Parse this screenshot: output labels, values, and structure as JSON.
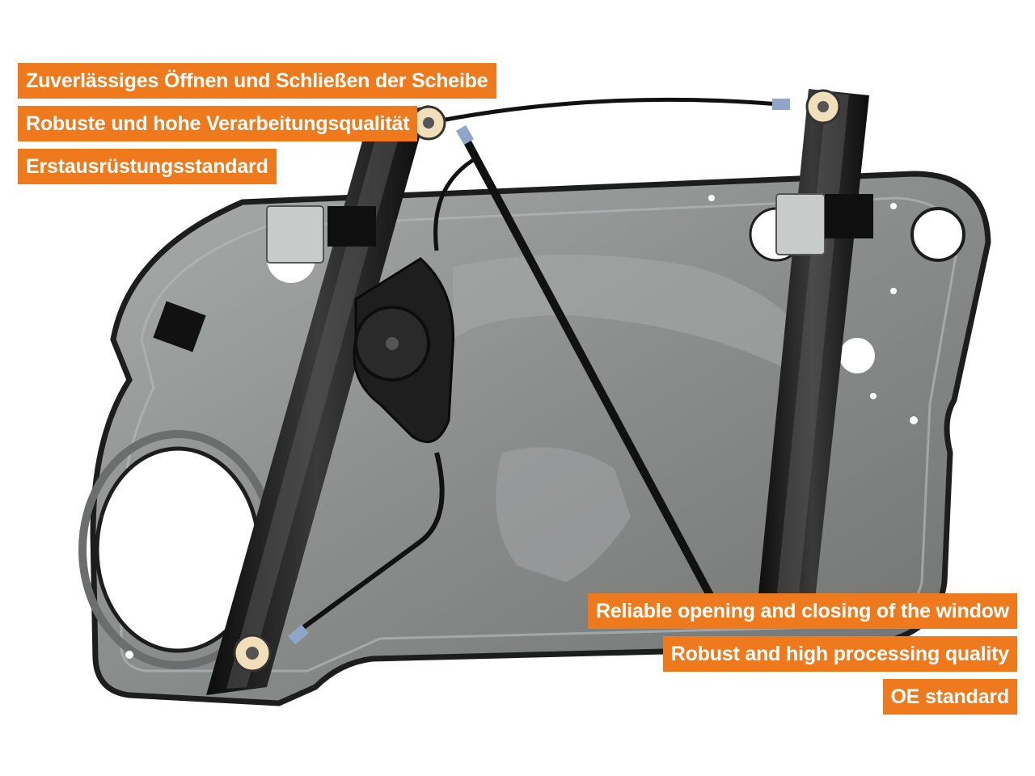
{
  "features_de": [
    "Zuverlässiges Öffnen und Schließen der Scheibe",
    "Robuste und hohe Verarbeitungsqualität",
    "Erstausrüstungsstandard"
  ],
  "features_en": [
    "Reliable opening and closing of the window",
    "Robust and high processing quality",
    "OE standard"
  ],
  "colors": {
    "badge_background": "#ee7a1d",
    "badge_text": "#ffffff",
    "panel_metal": "#8e9190",
    "rail_black": "#1a1a1a"
  }
}
